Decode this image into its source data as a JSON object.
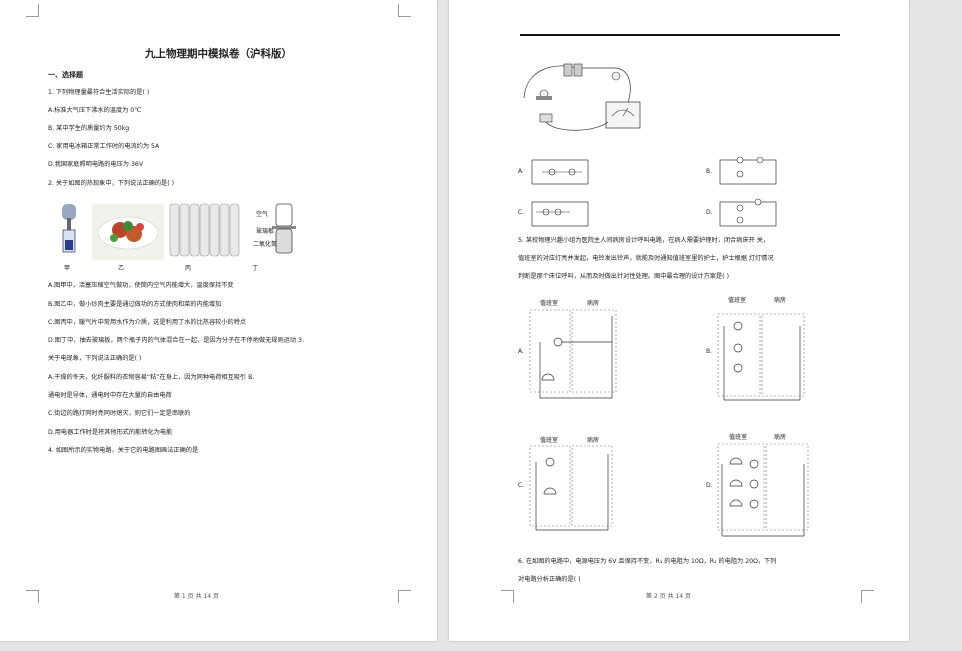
{
  "page1": {
    "title": "九上物理期中模拟卷（沪科版）",
    "section": "一、选择题",
    "lines": [
      "1. 下列物理量最符合生活实际的是(      )",
      "A.标准大气压下沸水的温度为 0℃",
      "B. 某中学生的质量约为 50kg",
      "C. 家用电冰箱正常工作时的电流约为 5A",
      "D.我国家庭照明电路的电压为 36V",
      "2. 关于如图的热现象中，下列说法正确的是(      )",
      "A.图甲中，活塞压缩空气做功，使筒内空气内能增大，温度保持不变",
      "B.图乙中，做小炒肉主要是通过做功的方式使肉和菜的内能增加",
      "C.图丙中，暖气片中常用水作为介质，这是利用了水的比热容较小的特点",
      "D.图丁中，抽去玻璃板，两个瓶子内的气体混合在一起，是因为分子在不停地做无规则运动      3.",
      "关于电现象，下列说法正确的是(      )",
      "A.干燥的冬天，化纤服料的衣物容易“粘”在身上，因为同种电荷相互吸引    B.",
      "通电时是导体，通电时中存在大量的自由电荷",
      "C.街边的路灯同时亮同时熄灭，则它们一定是串联的",
      "D.用电器工作时是将其他形式的能转化为电能",
      "4. 如图所示的实物电路，关于它的电路图画法正确的是"
    ],
    "figure_labels": [
      "甲",
      "乙",
      "丙",
      "丁"
    ],
    "jar_labels": [
      "空气",
      "玻璃板",
      "二氧化氮"
    ],
    "footer": "第 1 页  共 14 页"
  },
  "page2": {
    "q4_options": [
      "A.",
      "B.",
      "C.",
      "D."
    ],
    "q5_lines": [
      "5. 某校物理兴趣小组为医院主人间病房设计呼叫电路，在病人需要护理时，闭合病床开    关，",
      "值班室的对应灯亮并发起，电铃发出铃声，就能及时通知值班室里的护士，护士根据    灯灯情况",
      "判断是那个床位呼叫，从而及时做出针对性处理。图中最合理的设计方案是(  )"
    ],
    "q5_options": [
      "A.",
      "B.",
      "C.",
      "D."
    ],
    "room_labels": [
      "值班室",
      "病房"
    ],
    "q6_lines": [
      "6. 在如图的电路中，电源电压为 6V 且保持不变，R₁ 的电阻为 10Ω，R₂ 的电阻为 20Ω，下列",
      "对电路分析正确的是(  )"
    ],
    "footer": "第 2 页  共 14 页"
  }
}
